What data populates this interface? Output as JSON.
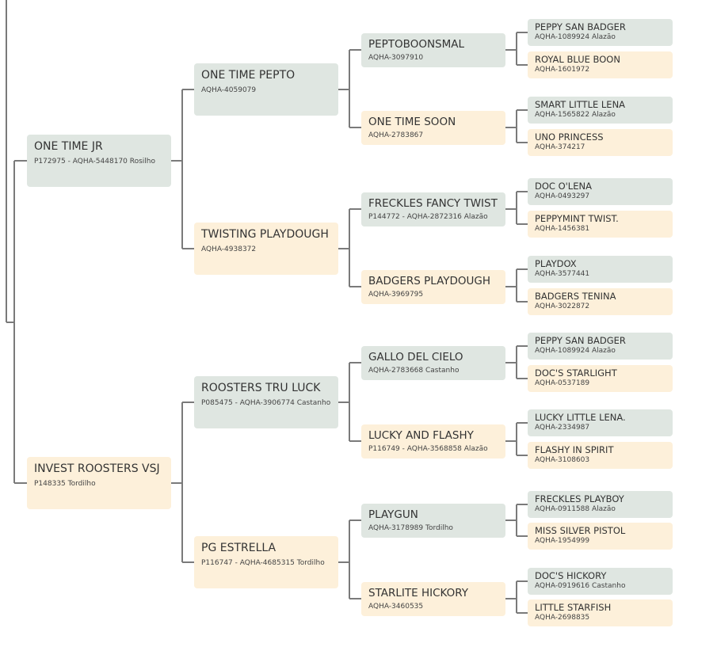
{
  "pedigree": {
    "gen1": [
      {
        "name": "ONE TIME JR",
        "sub": "P172975 - AQHA-5448170 Rosilho",
        "sex": "sire"
      },
      {
        "name": "INVEST ROOSTERS VSJ",
        "sub": "P148335 Tordilho",
        "sex": "dam"
      }
    ],
    "gen2": [
      {
        "name": "ONE TIME PEPTO",
        "sub": "AQHA-4059079",
        "sex": "sire"
      },
      {
        "name": "TWISTING PLAYDOUGH",
        "sub": "AQHA-4938372",
        "sex": "dam"
      },
      {
        "name": "ROOSTERS TRU LUCK",
        "sub": "P085475 - AQHA-3906774 Castanho",
        "sex": "sire"
      },
      {
        "name": "PG ESTRELLA",
        "sub": "P116747 - AQHA-4685315 Tordilho",
        "sex": "dam"
      }
    ],
    "gen3": [
      {
        "name": "PEPTOBOONSMAL",
        "sub": "AQHA-3097910",
        "sex": "sire"
      },
      {
        "name": "ONE TIME SOON",
        "sub": "AQHA-2783867",
        "sex": "dam"
      },
      {
        "name": "FRECKLES FANCY TWIST",
        "sub": "P144772 - AQHA-2872316 Alazão",
        "sex": "sire"
      },
      {
        "name": "BADGERS PLAYDOUGH",
        "sub": "AQHA-3969795",
        "sex": "dam"
      },
      {
        "name": "GALLO DEL CIELO",
        "sub": "AQHA-2783668 Castanho",
        "sex": "sire"
      },
      {
        "name": "LUCKY AND FLASHY",
        "sub": "P116749 - AQHA-3568858 Alazão",
        "sex": "dam"
      },
      {
        "name": "PLAYGUN",
        "sub": "AQHA-3178989 Tordilho",
        "sex": "sire"
      },
      {
        "name": "STARLITE HICKORY",
        "sub": "AQHA-3460535",
        "sex": "dam"
      }
    ],
    "gen4": [
      {
        "name": "PEPPY SAN BADGER",
        "sub": "AQHA-1089924 Alazão",
        "sex": "sire"
      },
      {
        "name": "ROYAL BLUE BOON",
        "sub": "AQHA-1601972",
        "sex": "dam"
      },
      {
        "name": "SMART LITTLE LENA",
        "sub": "AQHA-1565822 Alazão",
        "sex": "sire"
      },
      {
        "name": "UNO PRINCESS",
        "sub": "AQHA-374217",
        "sex": "dam"
      },
      {
        "name": "DOC O'LENA",
        "sub": "AQHA-0493297",
        "sex": "sire"
      },
      {
        "name": "PEPPYMINT TWIST.",
        "sub": "AQHA-1456381",
        "sex": "dam"
      },
      {
        "name": "PLAYDOX",
        "sub": "AQHA-3577441",
        "sex": "sire"
      },
      {
        "name": "BADGERS TENINA",
        "sub": "AQHA-3022872",
        "sex": "dam"
      },
      {
        "name": "PEPPY SAN BADGER",
        "sub": "AQHA-1089924 Alazão",
        "sex": "sire"
      },
      {
        "name": "DOC'S STARLIGHT",
        "sub": "AQHA-0537189",
        "sex": "dam"
      },
      {
        "name": "LUCKY LITTLE LENA.",
        "sub": "AQHA-2334987",
        "sex": "sire"
      },
      {
        "name": "FLASHY IN SPIRIT",
        "sub": "AQHA-3108603",
        "sex": "dam"
      },
      {
        "name": "FRECKLES PLAYBOY",
        "sub": "AQHA-0911588 Alazão",
        "sex": "sire"
      },
      {
        "name": "MISS SILVER PISTOL",
        "sub": "AQHA-1954999",
        "sex": "dam"
      },
      {
        "name": "DOC'S HICKORY",
        "sub": "AQHA-0919616 Castanho",
        "sex": "sire"
      },
      {
        "name": "LITTLE STARFISH",
        "sub": "AQHA-2698835",
        "sex": "dam"
      }
    ]
  },
  "colors": {
    "sire_bg": "#dfe6e1",
    "dam_bg": "#fdf0da",
    "connector": "#7a7a7a"
  }
}
